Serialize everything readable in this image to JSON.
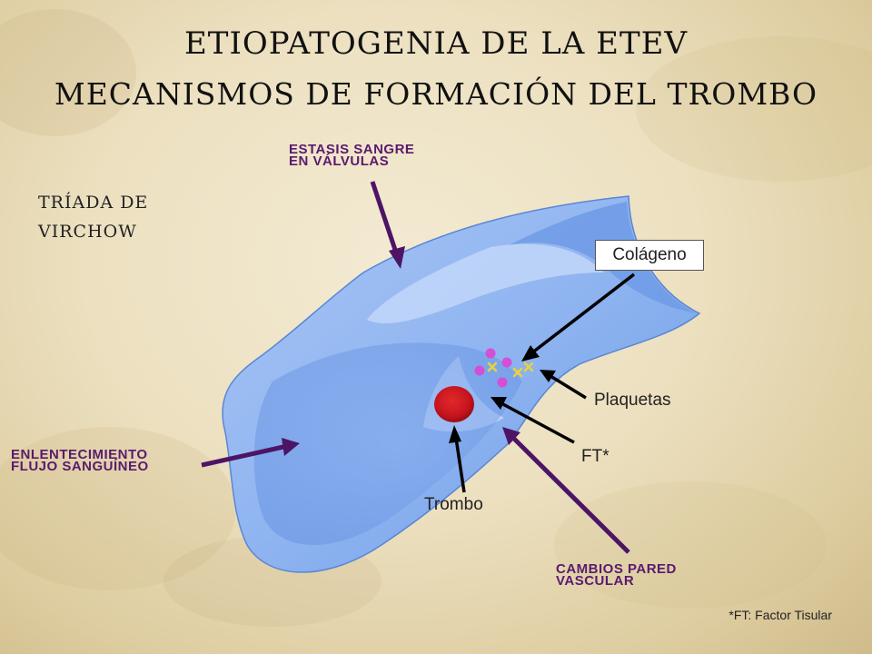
{
  "slide": {
    "title": "ETIOPATOGENIA DE LA ETEV",
    "subtitle": "MECANISMOS DE FORMACIÓN DEL TROMBO",
    "triad": [
      "TRÍADA DE",
      "VIRCHOW"
    ],
    "causes": {
      "stasis": [
        "ESTASIS SANGRE",
        "EN VÁLVULAS"
      ],
      "slow_flow": [
        "ENLENTECIMIENTO",
        "FLUJO SANGUÍNEO"
      ],
      "wall_changes": [
        "CAMBIOS PARED",
        "VASCULAR"
      ]
    },
    "labels": {
      "collagen": "Colágeno",
      "platelets": "Plaquetas",
      "tissue_factor": "FT*",
      "thrombus": "Trombo"
    },
    "footnote": "*FT: Factor Tisular"
  },
  "colors": {
    "vessel": "#8fb4f0",
    "vessel_dark": "#5f8de0",
    "vessel_light": "#c4d8fa",
    "arrow_purple": "#4d1466",
    "cause_text": "#5a1a6e",
    "thrombus": "#c8141e",
    "platelet": "#d34fd6",
    "tissue_factor_mark": "#e8d23a"
  }
}
